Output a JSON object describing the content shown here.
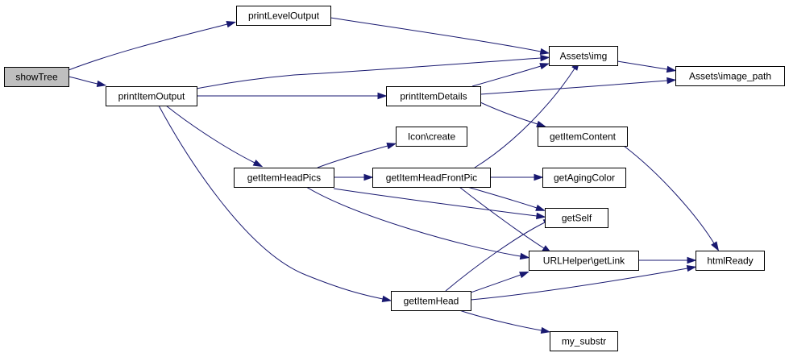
{
  "colors": {
    "edge": "#191970",
    "root_fill": "#bfbfbf",
    "node_fill": "#ffffff",
    "border": "#000000"
  },
  "nodes": [
    {
      "id": "showTree",
      "label": "showTree",
      "root": true
    },
    {
      "id": "printLevelOutput",
      "label": "printLevelOutput"
    },
    {
      "id": "printItemOutput",
      "label": "printItemOutput"
    },
    {
      "id": "assetsImg",
      "label": "Assets\\img"
    },
    {
      "id": "assetsImagePath",
      "label": "Assets\\image_path"
    },
    {
      "id": "printItemDetails",
      "label": "printItemDetails"
    },
    {
      "id": "iconCreate",
      "label": "Icon\\create"
    },
    {
      "id": "getItemContent",
      "label": "getItemContent"
    },
    {
      "id": "getItemHeadPics",
      "label": "getItemHeadPics"
    },
    {
      "id": "getItemHeadFrontPic",
      "label": "getItemHeadFrontPic"
    },
    {
      "id": "getAgingColor",
      "label": "getAgingColor"
    },
    {
      "id": "getSelf",
      "label": "getSelf"
    },
    {
      "id": "urlHelperGetLink",
      "label": "URLHelper\\getLink"
    },
    {
      "id": "htmlReady",
      "label": "htmlReady"
    },
    {
      "id": "getItemHead",
      "label": "getItemHead"
    },
    {
      "id": "mySubstr",
      "label": "my_substr"
    }
  ],
  "edges": [
    {
      "from": "showTree",
      "to": "printLevelOutput"
    },
    {
      "from": "showTree",
      "to": "printItemOutput"
    },
    {
      "from": "printLevelOutput",
      "to": "assetsImg"
    },
    {
      "from": "printItemOutput",
      "to": "assetsImg"
    },
    {
      "from": "printItemOutput",
      "to": "printItemDetails"
    },
    {
      "from": "printItemOutput",
      "to": "getItemHeadPics"
    },
    {
      "from": "printItemOutput",
      "to": "getItemHead"
    },
    {
      "from": "assetsImg",
      "to": "assetsImagePath"
    },
    {
      "from": "printItemDetails",
      "to": "assetsImg"
    },
    {
      "from": "printItemDetails",
      "to": "assetsImagePath"
    },
    {
      "from": "printItemDetails",
      "to": "getItemContent"
    },
    {
      "from": "getItemContent",
      "to": "htmlReady"
    },
    {
      "from": "getItemHeadPics",
      "to": "iconCreate"
    },
    {
      "from": "getItemHeadPics",
      "to": "getItemHeadFrontPic"
    },
    {
      "from": "getItemHeadPics",
      "to": "getSelf"
    },
    {
      "from": "getItemHeadPics",
      "to": "urlHelperGetLink"
    },
    {
      "from": "getItemHeadFrontPic",
      "to": "assetsImg"
    },
    {
      "from": "getItemHeadFrontPic",
      "to": "getAgingColor"
    },
    {
      "from": "getItemHeadFrontPic",
      "to": "getSelf"
    },
    {
      "from": "getItemHeadFrontPic",
      "to": "urlHelperGetLink"
    },
    {
      "from": "urlHelperGetLink",
      "to": "htmlReady"
    },
    {
      "from": "getItemHead",
      "to": "getSelf"
    },
    {
      "from": "getItemHead",
      "to": "urlHelperGetLink"
    },
    {
      "from": "getItemHead",
      "to": "htmlReady"
    },
    {
      "from": "getItemHead",
      "to": "mySubstr"
    }
  ]
}
